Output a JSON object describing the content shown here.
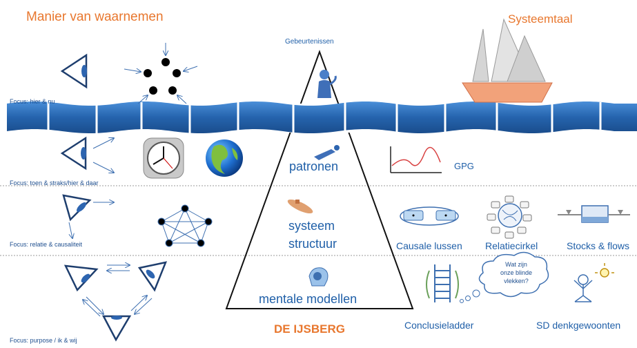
{
  "left_title": "Manier van waarnemen",
  "right_title": "Systeemtaal",
  "top_label": "Gebeurtenissen",
  "focus_labels": [
    "Focus: hier & nu",
    "Focus: toen & straks/hier & daar",
    "Focus: relatie & causaliteit",
    "Focus: purpose / ik & wij"
  ],
  "levels": {
    "patronen": "patronen",
    "systeem": "systeem",
    "structuur": "structuur",
    "mentale": "mentale modellen"
  },
  "bottom_title": "DE IJSBERG",
  "right_labels": {
    "gpg": "GPG",
    "causale": "Causale lussen",
    "relatie": "Relatiecirkel",
    "stocks": "Stocks & flows",
    "ladder": "Conclusieladder",
    "sd": "SD denkgewoonten"
  },
  "thought_bubble": [
    "Wat zijn",
    "onze blinde",
    "vlekken?"
  ],
  "colors": {
    "orange": "#e8772e",
    "blue": "#1f5fa8",
    "wave": "#2b6cb8"
  }
}
